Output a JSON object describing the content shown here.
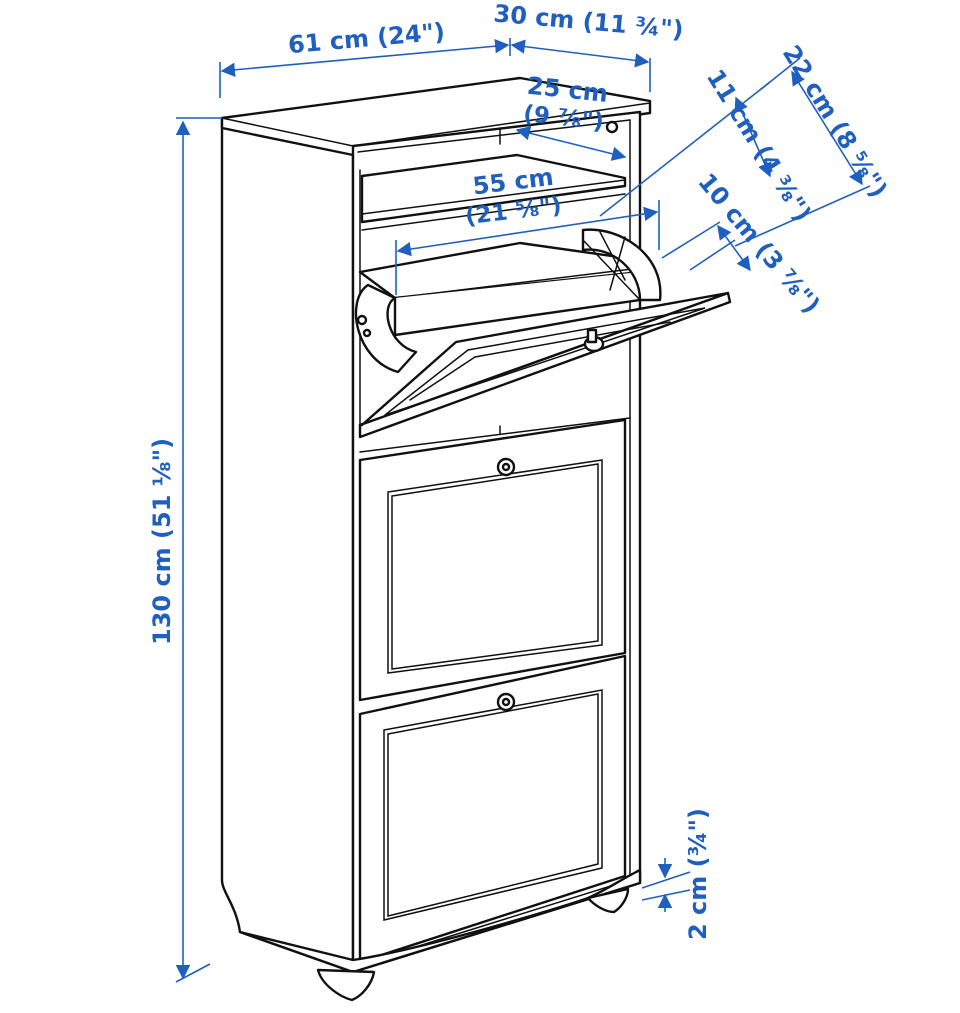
{
  "dimensions": {
    "width": "61 cm (24\")",
    "depth": "30 cm (11 ¾\")",
    "shelf_depth": "25 cm",
    "shelf_depth_in": "(9 ⅞\")",
    "inner_width": "55 cm",
    "inner_width_in": "(21 ⅝\")",
    "compartment_11": "11 cm (4 ⅜\")",
    "compartment_22": "22 cm (8 ⅝\")",
    "compartment_10": "10 cm (3 ⅞\")",
    "height": "130 cm (51 ⅛\")",
    "floor_clearance": "2 cm (¾\")"
  },
  "colors": {
    "dimension": "#1f5fbf",
    "outline": "#111111",
    "background": "#ffffff"
  }
}
